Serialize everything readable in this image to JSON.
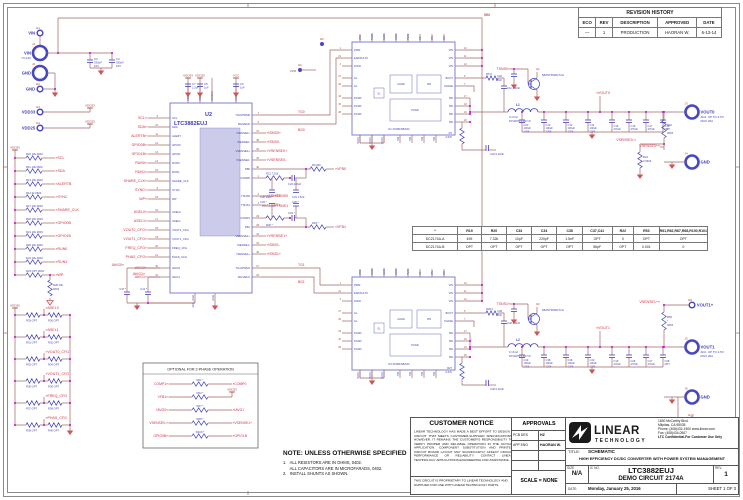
{
  "colors": {
    "wire": "#a06565",
    "component": "#4040b8",
    "net_label": "#cc3344",
    "junction": "#cc22cc",
    "ground": "#cc5555",
    "ic_outline": "#8080cc",
    "ic_fill": "#ccccea",
    "rail": "#994444",
    "connector": "#4848c0"
  },
  "revision_history": {
    "title": "REVISION HISTORY",
    "columns": [
      "ECO",
      "REV",
      "DESCRIPTION",
      "APPROVED",
      "DATE"
    ],
    "rows": [
      {
        "eco": "—",
        "rev": "1",
        "description": "PRODUCTION",
        "approved": "HAORAN W.",
        "date": "6-13-14"
      }
    ]
  },
  "notes": {
    "heading": "NOTE: UNLESS OTHERWISE SPECIFIED",
    "lines": [
      "1.   ALL RESISTORS ARE IN OHMS, 0402.\n      ALL CAPACITORS ARE IN MICROFARADS, 0402.",
      "2.   INSTALL SHUNTS AS SHOWN."
    ]
  },
  "options_table": {
    "columns": [
      "*",
      "R19",
      "R20",
      "C33",
      "C34",
      "C35",
      "C37,C41",
      "R22",
      "R53",
      "R61,R62,R67,R68,R100,R101"
    ],
    "rows": [
      {
        "label": "DC2174A-A",
        "values": [
          "499",
          "7.32k",
          "10pF",
          "220pF",
          "1.5nF",
          "OPT",
          "0",
          "OPT",
          "OPT"
        ]
      },
      {
        "label": "DC2174A-B",
        "values": [
          "OPT",
          "OPT",
          "OPT",
          "OPT",
          "OPT",
          "56pF",
          "OPT",
          "0.001",
          "0"
        ]
      }
    ]
  },
  "customer_notice": {
    "title": "CUSTOMER NOTICE",
    "body": "LINEAR TECHNOLOGY HAS MADE A BEST EFFORT TO DESIGN A CIRCUIT THAT MEETS CUSTOMER-SUPPLIED SPECIFICATIONS; HOWEVER, IT REMAINS THE CUSTOMER'S RESPONSIBILITY TO VERIFY PROPER AND RELIABLE OPERATION IN THE ACTUAL APPLICATION. COMPONENT SUBSTITUTION AND PRINTED CIRCUIT BOARD LAYOUT MAY SIGNIFICANTLY AFFECT CIRCUIT PERFORMANCE OR RELIABILITY. CONTACT LINEAR TECHNOLOGY APPLICATIONS ENGINEERING FOR ASSISTANCE.",
    "footer": "THIS CIRCUIT IS PROPRIETARY TO LINEAR TECHNOLOGY AND SUPPLIED FOR USE WITH LINEAR TECHNOLOGY PARTS."
  },
  "approvals": {
    "title": "APPROVALS",
    "rows": [
      {
        "label": "PCB DES",
        "value": "HZ"
      },
      {
        "label": "APP ENG",
        "value": "HAORAN W."
      }
    ],
    "scale": "SCALE = NONE"
  },
  "title_block": {
    "company_line1": "LINEAR",
    "company_line2": "TECHNOLOGY",
    "address": [
      "1630 McCarthy Blvd.",
      "Milpitas, CA 95035",
      "Phone: (408)432-1900   www.linear.com",
      "Fax: (408)434-0507",
      "LTC Confidential-For Customer Use Only"
    ],
    "title_label": "TITLE:",
    "title": "SCHEMATIC",
    "subtitle": "HIGH EFFICIENCY DC/DC CONVERTER WITH POWER SYSTEM MANAGEMENT",
    "size_label": "SIZE",
    "size": "N/A",
    "ic_label": "IC NO.",
    "part": "LTC3882EUJ",
    "circuit": "DEMO CIRCUIT 2174A",
    "rev_label": "REV.",
    "rev": "1",
    "date_label": "DATE:",
    "date": "Monday, January 25, 2016",
    "sheet": "SHEET   1   OF   3"
  },
  "optional_box": {
    "title": "OPTIONAL FOR 2-PHASE OPERATION",
    "rows": [
      {
        "left": "COMP1",
        "res": "R61 *",
        "right": "COMP0"
      },
      {
        "left": "VFB1",
        "res": "R62 *",
        "right": "VDD33"
      },
      {
        "left": "IAVG0",
        "res": "R67 *",
        "right": "IAVG1"
      },
      {
        "left": "VSENSE0-",
        "res": "R68 *",
        "right": "VSENSE1+"
      },
      {
        "left": "GPIO0B",
        "res": "R100 *",
        "right": "GPIO1B"
      }
    ]
  },
  "schematic": {
    "inputs": {
      "e1": {
        "ref": "E1",
        "label": "VIN"
      },
      "j1": {
        "ref": "J1",
        "label": "VIN",
        "range": "7V-14V"
      },
      "j2": {
        "ref": "J2",
        "label": "GND"
      },
      "e2": {
        "ref": "E2",
        "label": "GND"
      },
      "e3": {
        "ref": "E3",
        "label": "VDD33"
      },
      "e4": {
        "ref": "E4",
        "label": "VDD25"
      },
      "caps": [
        {
          "ref": "C3",
          "val": "330uF",
          "volt": "16V"
        },
        {
          "ref": "C4",
          "val": "330uF",
          "volt": "16V"
        }
      ]
    },
    "pullups": {
      "rail": "VDD33",
      "rows": [
        [
          "R10",
          "10k",
          "0603",
          "SCL"
        ],
        [
          "R11",
          "10k",
          "0603",
          "SDA"
        ],
        [
          "R13",
          "10k",
          "0603",
          "ALERTB"
        ],
        [
          "R14",
          "2k",
          "0603",
          "SYNC"
        ],
        [
          "R17",
          "10k",
          "0603",
          "SHARE_CLK"
        ],
        [
          "R18",
          "10k",
          "0603",
          "GPIO0B"
        ],
        [
          "R21",
          "10k",
          "0603",
          "GPIO1B"
        ],
        [
          "R26",
          "10k",
          "0603",
          "RUN0"
        ],
        [
          "R41",
          "10k",
          "0603",
          "RUN1"
        ],
        [
          "R23",
          "OPT",
          "0603",
          "WP"
        ]
      ],
      "pulldown": {
        "ref": "R28",
        "val": "10k",
        "size": "0603"
      }
    },
    "config": {
      "rail": "VDD25",
      "rows": [
        [
          "R29",
          "R30",
          "ASEL0"
        ],
        [
          "R31",
          "R32",
          "ASEL1"
        ],
        [
          "R33",
          "R34",
          "VOUT0_CFG"
        ],
        [
          "R35",
          "R36",
          "VOUT1_CFG"
        ],
        [
          "R37",
          "R38",
          "FREQ_CFG"
        ],
        [
          "R39",
          "R40",
          "PHAS_CFG"
        ]
      ],
      "opt": "OPT"
    },
    "u2": {
      "ref": "U2",
      "part": "LTC3882EUJ",
      "left_pins": [
        [
          "9",
          "SCL"
        ],
        [
          "10",
          "SDA"
        ],
        [
          "11",
          "ALERT"
        ],
        [
          "12",
          "GPIO0"
        ],
        [
          "13",
          "GPIO1"
        ],
        [
          "14",
          "RUN0"
        ],
        [
          "15",
          "RUN1"
        ],
        [
          "24",
          "SHARE_CLK"
        ],
        [
          "8",
          "SYNC"
        ],
        [
          "23",
          "WP"
        ],
        [
          "16",
          "ASEL0"
        ],
        [
          "17",
          "ASEL1"
        ],
        [
          "18",
          "VOUT0_CFG"
        ],
        [
          "19",
          "VOUT1_CFG"
        ],
        [
          "20",
          "FREQ_CFG"
        ],
        [
          "21",
          "PHAS_CFG"
        ],
        [
          "30",
          "IAVG0"
        ],
        [
          "31",
          "IAVG1"
        ]
      ],
      "right_pins": [
        [
          "7",
          "TG0/PWM0"
        ],
        [
          "6",
          "BG0/EN0"
        ],
        [
          "37",
          "ISENSE0+"
        ],
        [
          "38",
          "ISENSE0-"
        ],
        [
          "36",
          "VSENSE0+"
        ],
        [
          "35",
          "VSENSE0-"
        ],
        [
          "40",
          "FB0"
        ],
        [
          "1",
          "COMP0"
        ],
        [
          "2",
          "TSNS0"
        ],
        [
          "3",
          "TSNS1"
        ],
        [
          "29",
          "COMP1"
        ],
        [
          "28",
          "FB1"
        ],
        [
          "34",
          "VSENSE1+"
        ],
        [
          "33",
          "ISENSE1-"
        ],
        [
          "32",
          "ISENSE1+"
        ],
        [
          "27",
          "TG1/PWM1"
        ],
        [
          "26",
          "BG1/EN1"
        ]
      ],
      "right_nets": [
        "",
        "",
        "ISNS0+",
        "ISNS0-",
        "VSENSE0+",
        "VSENSE0-",
        "",
        "",
        "TSNS0",
        "TSNS1",
        "",
        "",
        "VSENSE1+",
        "ISNS1-",
        "ISNS1+",
        "",
        ""
      ],
      "top_pins": [
        "VDD33",
        "VDD25",
        "VINSNS",
        "VCC"
      ],
      "bottom_pins": [
        "AVG_GND",
        "GND"
      ],
      "decoupling": [
        {
          "ref": "C7",
          "val": "2.2uF"
        },
        {
          "ref": "C8",
          "val": "1uF"
        },
        {
          "ref": "C9",
          "val": "1uF"
        }
      ],
      "iavg_caps": [
        {
          "ref": "C37",
          "val": "*"
        },
        {
          "ref": "C41",
          "val": "*"
        }
      ]
    },
    "stage_pins": {
      "left": [
        [
          "1",
          "PWM"
        ],
        [
          "21",
          "EN/FAULT#"
        ],
        [
          "2",
          "ZCD#"
        ],
        [
          "27",
          "GL"
        ],
        [
          "26",
          "GL"
        ],
        [
          "34",
          "PGND"
        ],
        [
          "15",
          "PGND"
        ],
        [
          "28",
          "PGND"
        ]
      ],
      "right": [
        [
          "10",
          "VIN"
        ],
        [
          "11",
          "VIN"
        ],
        [
          "12",
          "VIN"
        ],
        [
          "5",
          "BOOT"
        ],
        [
          "7",
          "PHASE"
        ],
        [
          "17",
          "SW"
        ],
        [
          "18",
          "SW"
        ],
        [
          "19",
          "SW"
        ],
        [
          "20",
          "SW"
        ]
      ],
      "top": [
        "VCC",
        "TMON",
        "AGND",
        "AGND",
        "PVCC",
        "NC",
        "VIN",
        "VIN"
      ],
      "bottom": [
        "PGND",
        "PGND",
        "PGND",
        "SW",
        "SW",
        "SW",
        "SW"
      ],
      "inner": [
        "AGND",
        "VIN",
        "PGND",
        "GL"
      ]
    },
    "stages": [
      {
        "ref": "U1",
        "part": "FDMF6820C"
      },
      {
        "ref": "U3",
        "part": "FDMF6820C"
      }
    ],
    "comp": [
      {
        "r_comp": [
          "R12",
          "7.32k"
        ],
        "c_hf": [
          "C24",
          "220pF"
        ],
        "c_a": [
          "C30",
          "10pF"
        ],
        "c_b": [
          "C31",
          "1.5nF"
        ],
        "r_fb": [
          "R9",
          "499"
        ],
        "fb_net": "VFB0",
        "tsns_net": "TSNS0"
      },
      {
        "r_comp": [
          "R20",
          "*"
        ],
        "c_hf": [
          "C34",
          "*"
        ],
        "c_a": [
          "C33",
          "*"
        ],
        "c_b": [
          "C35",
          "*"
        ],
        "r_fb": [
          "R19",
          "*"
        ],
        "fb_net": "VFB1",
        "tsns_net": "TSNS1"
      }
    ],
    "channels": [
      {
        "tg": "TG0",
        "bg": "BG0",
        "boot_r": [
          "R5",
          "0"
        ],
        "boot_c": [
          "C11",
          "100nF"
        ],
        "tsns": {
          "net": "TSNS0",
          "cap": [
            "C32",
            "10nF"
          ],
          "q": "Q1",
          "part": "MMST3906LT1G"
        },
        "l": [
          "L1",
          "0.17uH",
          "FP1007R3-R17-R"
        ],
        "r_isns": [
          "R7",
          "2.67k"
        ],
        "c_isns": [
          "C22",
          "0.22uF"
        ],
        "ceramics": [
          [
            "C23",
            "100uF",
            "1206"
          ],
          [
            "C12",
            "100uF",
            "1206"
          ],
          [
            "C13",
            "100uF",
            "1206"
          ],
          [
            "C14",
            "100uF",
            "1206"
          ]
        ],
        "bulk": [
          [
            "C15",
            "470uF"
          ],
          [
            "C16",
            "470uF"
          ],
          [
            "C17",
            "470uF"
          ],
          [
            "C18",
            "OPT"
          ]
        ],
        "vout_net": "VOUT0",
        "sense1": [
          "R16",
          "0",
          "0603",
          "VSENSE0+"
        ],
        "sense2": [
          "R24",
          "0",
          "0603",
          "VSENSE0-"
        ],
        "jout": {
          "ref": "J3",
          "label": "VOUT0",
          "sub": [
            "ADJ. UP TO 2.5V",
            "MAX 20A"
          ]
        },
        "jgnd": {
          "ref": "J4",
          "label": "GND"
        }
      },
      {
        "tg": "TG1",
        "bg": "BG1",
        "boot_r": [
          "R25",
          "0"
        ],
        "boot_c": [
          "C42",
          "100nF"
        ],
        "tsns": {
          "net": "TSNS1",
          "cap": [
            "C48",
            "10nF"
          ],
          "q": "Q2",
          "part": "MMST3906LT1G"
        },
        "l": [
          "L2",
          "0.17uH",
          "FP1007R3-R17-R"
        ],
        "r_isns": [
          "R27",
          "2.67k"
        ],
        "c_isns": [
          "C46",
          "0.22uF"
        ],
        "ceramics": [
          [
            "C43",
            "100uF",
            "1206"
          ],
          [
            "C38",
            "100uF",
            "1206"
          ],
          [
            "C39",
            "100uF",
            "1206"
          ],
          [
            "C40",
            "100uF",
            "1206"
          ]
        ],
        "bulk": [
          [
            "C19",
            "470uF"
          ],
          [
            "C26",
            "470uF"
          ],
          [
            "C27",
            "470uF"
          ],
          [
            "C28",
            "OPT"
          ]
        ],
        "vout_net": "VOUT1",
        "sense1": [
          "R53",
          "*",
          "0603",
          "VSENSE1+"
        ],
        "ep": {
          "ref": "E9",
          "label": "VOUT1+"
        },
        "ep2": {
          "ref": "E10"
        },
        "jout": {
          "ref": "J5",
          "label": "VOUT1",
          "sub": [
            "ADJ. UP TO 2.5V",
            "MAX 20A"
          ]
        },
        "jgnd": {
          "ref": "J6",
          "label": "GND"
        }
      }
    ],
    "testpoints": [
      {
        "ref": "E5",
        "net": ""
      },
      {
        "ref": "E6",
        "net": "VDR"
      }
    ]
  }
}
